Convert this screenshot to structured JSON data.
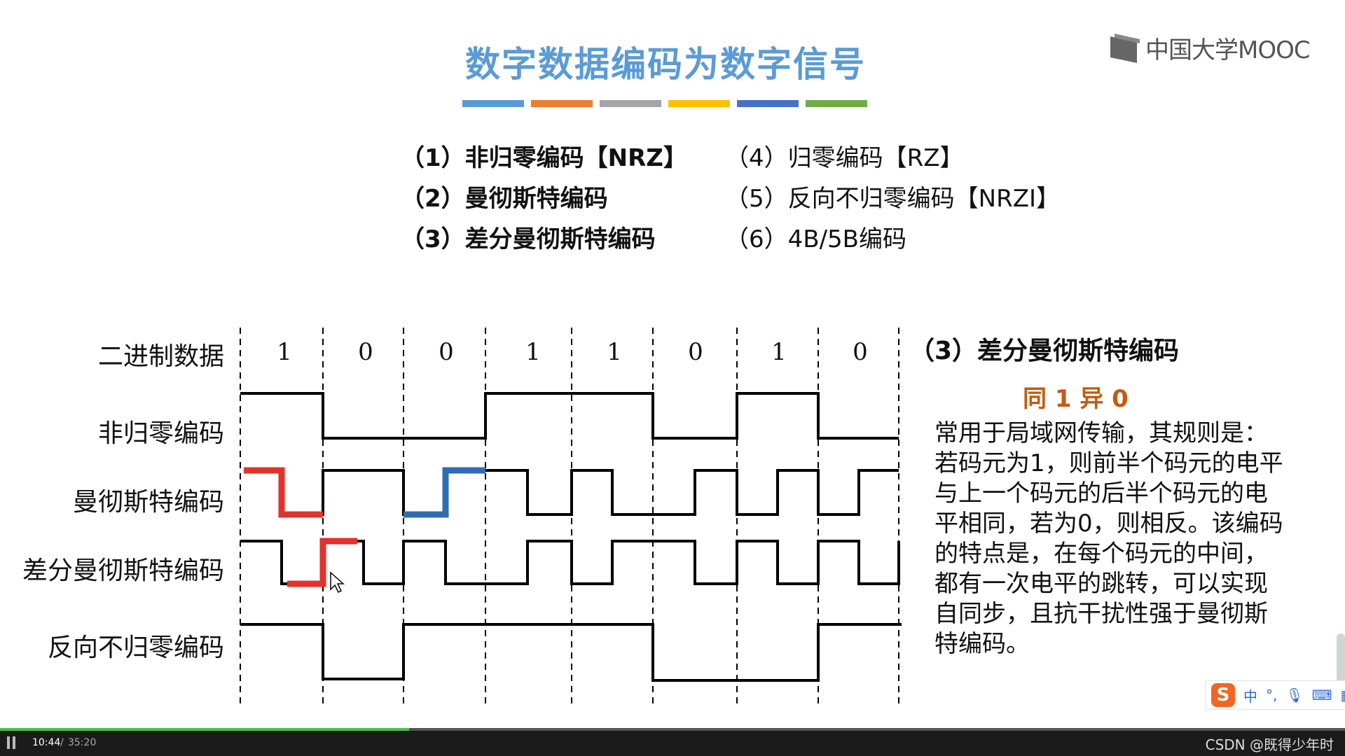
{
  "slide": {
    "title": "数字数据编码为数字信号",
    "title_color": "#5b9bd5",
    "color_bars": [
      "#5b9bd5",
      "#ed7d31",
      "#a5a5a5",
      "#ffc000",
      "#4472c4",
      "#70ad47"
    ],
    "logo_text": "中国大学MOOC",
    "encodings": [
      {
        "label": "（1）非归零编码【NRZ】",
        "bold": true
      },
      {
        "label": "（2）曼彻斯特编码",
        "bold": true
      },
      {
        "label": "（3）差分曼彻斯特编码",
        "bold": true
      },
      {
        "label": "（4）归零编码【RZ】",
        "bold": false
      },
      {
        "label": "（5）反向不归零编码【NRZI】",
        "bold": false
      },
      {
        "label": "（6）4B/5B编码",
        "bold": false
      }
    ]
  },
  "diagram": {
    "row_labels": [
      "二进制数据",
      "非归零编码",
      "曼彻斯特编码",
      "差分曼彻斯特编码",
      "反向不归零编码"
    ],
    "bits": [
      "1",
      "0",
      "0",
      "1",
      "1",
      "0",
      "1",
      "0"
    ],
    "highlight_colors": {
      "red": "#e0332b",
      "blue": "#2e6db4"
    }
  },
  "side": {
    "title": "（3）差分曼彻斯特编码",
    "rule": "同 1 异 0",
    "rule_color": "#c55a11",
    "lines": [
      "常用于局域网传输，其规则是：",
      "若码元为1，则前半个码元的电平",
      "与上一个码元的后半个码元的电",
      "平相同，若为0，则相反。该编码",
      "的特点是，在每个码元的中间，",
      "都有一次电平的跳转，可以实现",
      "自同步，且抗干扰性强于曼彻斯",
      "特编码。"
    ]
  },
  "ime": {
    "brand": "S",
    "mode": "中"
  },
  "player": {
    "current_time": "10:44",
    "separator": "/",
    "total_time": "35:20",
    "progress": 0.304,
    "watermark": "CSDN @既得少年时"
  }
}
